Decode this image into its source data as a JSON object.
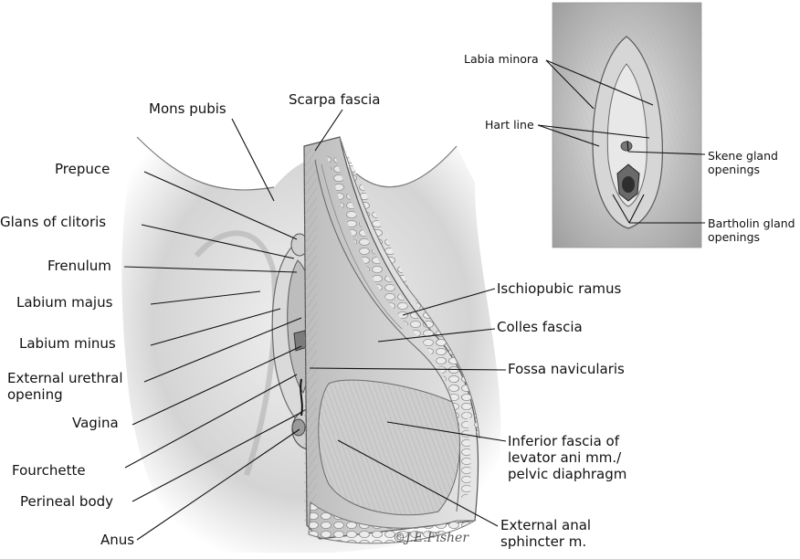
{
  "main_labels": {
    "mons_pubis": "Mons pubis",
    "scarpa_fascia": "Scarpa fascia",
    "prepuce": "Prepuce",
    "glans_of_clitoris": "Glans of clitoris",
    "frenulum": "Frenulum",
    "labium_majus": "Labium majus",
    "labium_minus": "Labium minus",
    "external_urethral_opening_1": "External urethral",
    "external_urethral_opening_2": "opening",
    "vagina": "Vagina",
    "fourchette": "Fourchette",
    "perineal_body": "Perineal body",
    "anus": "Anus",
    "ischiopubic_ramus": "Ischiopubic ramus",
    "colles_fascia": "Colles fascia",
    "fossa_navicularis": "Fossa navicularis",
    "inferior_fascia_1": "Inferior fascia of",
    "inferior_fascia_2": "levator ani mm./",
    "inferior_fascia_3": "pelvic diaphragm",
    "external_anal_sphincter_1": "External anal",
    "external_anal_sphincter_2": "sphincter m."
  },
  "inset_labels": {
    "labia_minora": "Labia minora",
    "hart_line": "Hart line",
    "skene_1": "Skene gland",
    "skene_2": "openings",
    "bartholin_1": "Bartholin gland",
    "bartholin_2": "openings"
  },
  "signature": "©J.E.Fisher",
  "colors": {
    "line": "#111111",
    "tissue_light": "#e4e4e4",
    "tissue_mid": "#c8c8c8",
    "tissue_dark": "#8a8a8a"
  }
}
